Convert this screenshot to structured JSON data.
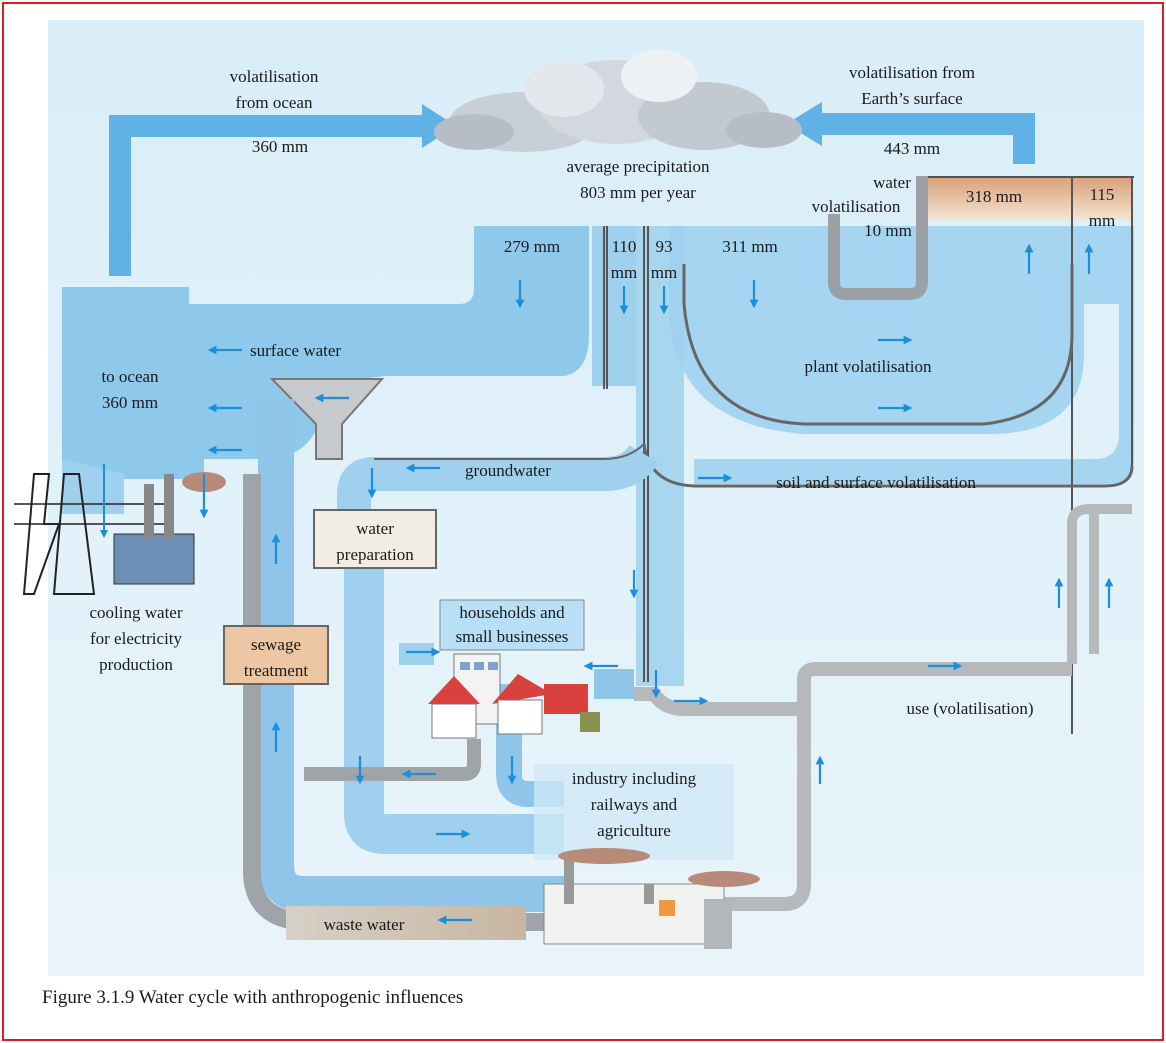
{
  "labels": {
    "volat_ocean_1": "volatilisation",
    "volat_ocean_2": "from ocean",
    "ocean_mm": "360 mm",
    "volat_earth_1": "volatilisation from",
    "volat_earth_2": "Earth’s surface",
    "earth_mm": "443 mm",
    "precip_1": "average precipitation",
    "precip_2": "803 mm per year",
    "water_volat_1": "water",
    "water_volat_2": "volatilisation",
    "water_volat_3": "10 mm",
    "mm_318": "318 mm",
    "mm_115_1": "115",
    "mm_115_2": "mm",
    "mm_279": "279 mm",
    "mm_110_1": "110",
    "mm_110_2": "mm",
    "mm_93_1": "93",
    "mm_93_2": "mm",
    "mm_311": "311 mm",
    "surface_water": "surface water",
    "to_ocean_1": "to ocean",
    "to_ocean_2": "360 mm",
    "plant_volat": "plant volatilisation",
    "groundwater": "groundwater",
    "soil_volat": "soil and surface volatilisation",
    "water_prep_1": "water",
    "water_prep_2": "preparation",
    "cooling_1": "cooling water",
    "cooling_2": "for electricity",
    "cooling_3": "production",
    "households_1": "households and",
    "households_2": "small businesses",
    "sewage_1": "sewage",
    "sewage_2": "treatment",
    "use_volat": "use (volatilisation)",
    "industry_1": "industry including",
    "industry_2": "railways and",
    "industry_3": "agriculture",
    "waste_water": "waste water"
  },
  "caption": "Figure 3.1.9 Water cycle with anthropogenic influences",
  "colors": {
    "water_blue": "#8ec9ec",
    "pipe_grey": "#c7cacc",
    "arrow_blue": "#1b8fdc",
    "soil_tan": "#e9c6a6",
    "frame_red": "#d81f26",
    "box_fill": "#f1ede4",
    "sewage_fill": "#edc7a4"
  }
}
